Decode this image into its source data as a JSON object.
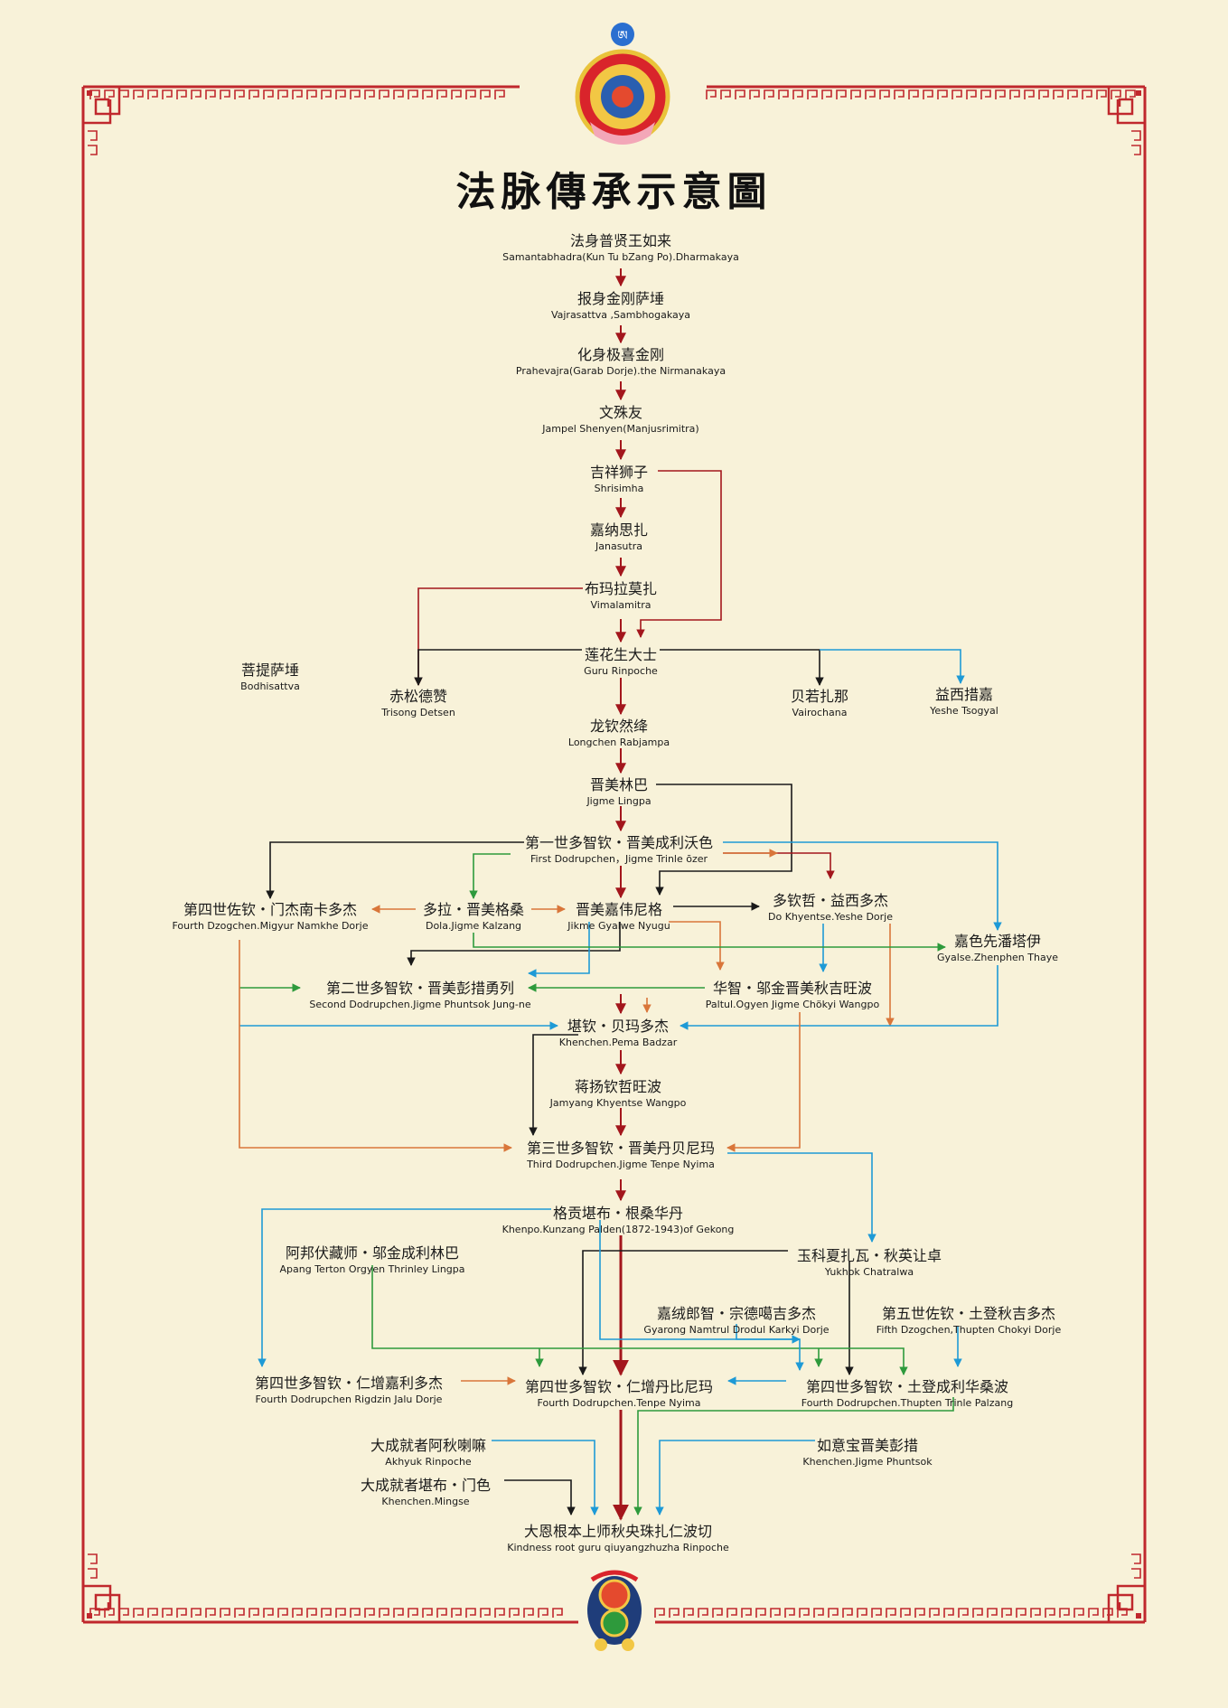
{
  "title": "法脉傳承示意圖",
  "logo_glyph": "ཨ",
  "colors": {
    "background": "#f8f2d9",
    "border": "#c0282d",
    "main_line": "#a3161c",
    "black_line": "#1a1a1a",
    "blue_line": "#1e9ad6",
    "green_line": "#2e9a3c",
    "orange_line": "#d9763a"
  },
  "nodes": [
    {
      "id": "samantabhadra",
      "zh": "法身普贤王如来",
      "en": "Samantabhadra(Kun Tu bZang Po).Dharmakaya"
    },
    {
      "id": "vajrasattva",
      "zh": "报身金刚萨埵",
      "en": "Vajrasattva ,Sambhogakaya"
    },
    {
      "id": "prahevajra",
      "zh": "化身极喜金刚",
      "en": "Prahevajra(Garab Dorje).the Nirmanakaya"
    },
    {
      "id": "manjusrimitra",
      "zh": "文殊友",
      "en": "Jampel Shenyen(Manjusrimitra)"
    },
    {
      "id": "shrisimha",
      "zh": "吉祥狮子",
      "en": "Shrisimha"
    },
    {
      "id": "janasutra",
      "zh": "嘉纳思扎",
      "en": "Janasutra"
    },
    {
      "id": "vimalamitra",
      "zh": "布玛拉莫扎",
      "en": "Vimalamitra"
    },
    {
      "id": "guru",
      "zh": "莲花生大士",
      "en": "Guru Rinpoche"
    },
    {
      "id": "bodhisattva",
      "zh": "菩提萨埵",
      "en": "Bodhisattva"
    },
    {
      "id": "trisong",
      "zh": "赤松德赞",
      "en": "Trisong Detsen"
    },
    {
      "id": "vairochana",
      "zh": "贝若扎那",
      "en": "Vairochana"
    },
    {
      "id": "yeshe",
      "zh": "益西措嘉",
      "en": "Yeshe Tsogyal"
    },
    {
      "id": "longchen",
      "zh": "龙钦然绛",
      "en": "Longchen Rabjampa"
    },
    {
      "id": "jigme",
      "zh": "晋美林巴",
      "en": "Jigme Lingpa"
    },
    {
      "id": "first_dodrup",
      "zh": "第一世多智钦・晋美成利沃色",
      "en": "First Dodrupchen，Jigme Trinle ōzer"
    },
    {
      "id": "dzogchen4",
      "zh": "第四世佐钦・门杰南卡多杰",
      "en": "Fourth Dzogchen.Migyur Namkhe Dorje"
    },
    {
      "id": "dola",
      "zh": "多拉・晋美格桑",
      "en": "Dola.Jigme Kalzang"
    },
    {
      "id": "gyalwe",
      "zh": "晋美嘉伟尼格",
      "en": "Jikme Gyalwe Nyugu"
    },
    {
      "id": "do_khyentse",
      "zh": "多钦哲・益西多杰",
      "en": "Do Khyentse.Yeshe Dorje"
    },
    {
      "id": "zhenphen",
      "zh": "嘉色先潘塔伊",
      "en": "Gyalse.Zhenphen Thaye"
    },
    {
      "id": "second_dodrup",
      "zh": "第二世多智钦・晋美彭措勇列",
      "en": "Second Dodrupchen.Jigme Phuntsok Jung-ne"
    },
    {
      "id": "paltrul",
      "zh": "华智・邬金晋美秋吉旺波",
      "en": "Paltul.Ogyen Jigme Chökyi Wangpo"
    },
    {
      "id": "pema_badzar",
      "zh": "堪钦・贝玛多杰",
      "en": "Khenchen.Pema Badzar"
    },
    {
      "id": "jamyang",
      "zh": "蒋扬钦哲旺波",
      "en": "Jamyang Khyentse Wangpo"
    },
    {
      "id": "third_dodrup",
      "zh": "第三世多智钦・晋美丹贝尼玛",
      "en": "Third Dodrupchen.Jigme Tenpe Nyima"
    },
    {
      "id": "kunzang",
      "zh": "格贡堪布・根桑华丹",
      "en": "Khenpo.Kunzang Palden(1872-1943)of Gekong"
    },
    {
      "id": "apang",
      "zh": "阿邦伏藏师・邬金成利林巴",
      "en": "Apang Terton Orgyen Thrinley Lingpa"
    },
    {
      "id": "yukhok",
      "zh": "玉科夏扎瓦・秋英让卓",
      "en": "Yukhok Chatralwa"
    },
    {
      "id": "gyarong",
      "zh": "嘉绒郎智・宗德噶吉多杰",
      "en": "Gyarong Namtrul Drodul Karkyi Dorje"
    },
    {
      "id": "dzogchen5",
      "zh": "第五世佐钦・土登秋吉多杰",
      "en": "Fifth Dzogchen,Thupten Chokyi Dorje"
    },
    {
      "id": "rigdzin",
      "zh": "第四世多智钦・仁增嘉利多杰",
      "en": "Fourth Dodrupchen Rigdzin Jalu Dorje"
    },
    {
      "id": "tenpe",
      "zh": "第四世多智钦・仁增丹比尼玛",
      "en": "Fourth Dodrupchen.Tenpe Nyima"
    },
    {
      "id": "thupten_trinle",
      "zh": "第四世多智钦・土登成利华桑波",
      "en": "Fourth Dodrupchen.Thupten Trinle Palzang"
    },
    {
      "id": "akhyuk",
      "zh": "大成就者阿秋喇嘛",
      "en": "Akhyuk Rinpoche"
    },
    {
      "id": "jigme_phuntsok",
      "zh": "如意宝晋美彭措",
      "en": "Khenchen.Jigme Phuntsok"
    },
    {
      "id": "mingse",
      "zh": "大成就者堪布・门色",
      "en": "Khenchen.Mingse"
    },
    {
      "id": "root_guru",
      "zh": "大恩根本上师秋央珠扎仁波切",
      "en": "Kindness root guru qiuyangzhuzha Rinpoche"
    }
  ]
}
